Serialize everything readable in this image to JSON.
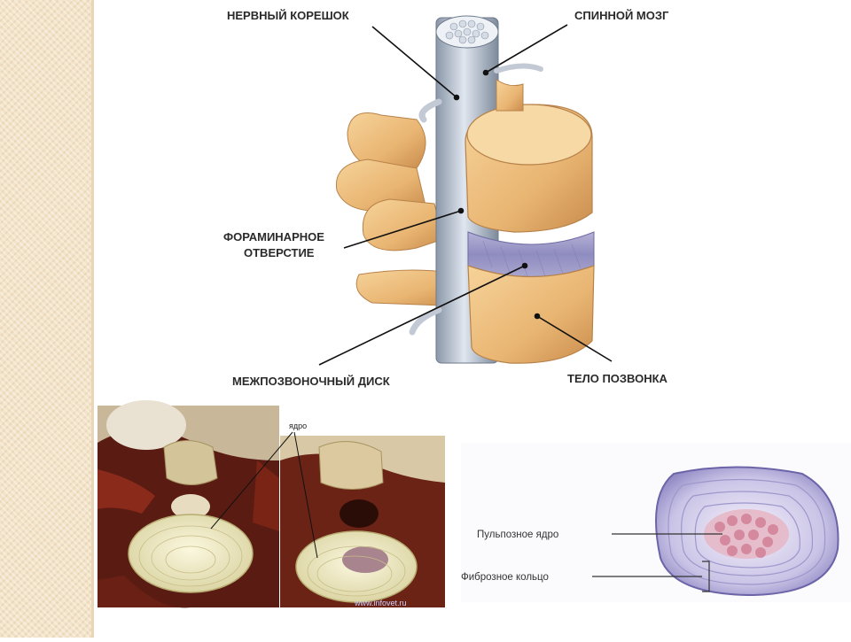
{
  "spine_diagram": {
    "labels": {
      "nerve_root": "НЕРВНЫЙ КОРЕШОК",
      "spinal_cord": "СПИННОЙ МОЗГ",
      "foramen_line1": "ФОРАМИНАРНОЕ",
      "foramen_line2": "ОТВЕРСТИЕ",
      "disc": "МЕЖПОЗВОНОЧНЫЙ ДИСК",
      "vertebra_body": "ТЕЛО ПОЗВОНКА"
    }
  },
  "photo": {
    "nucleus_label": "ядро",
    "watermark": "www.infovet.ru"
  },
  "disc_diagram": {
    "labels": {
      "nucleus": "Пульпозное ядро",
      "annulus": "Фиброзное кольцо"
    }
  }
}
